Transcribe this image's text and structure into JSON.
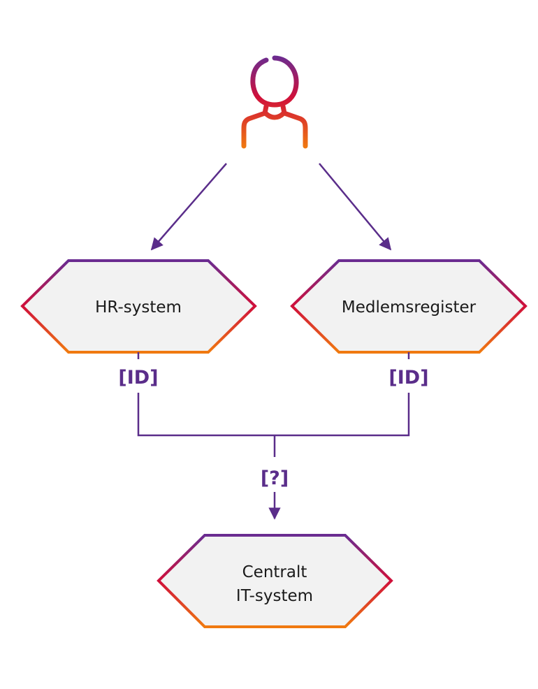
{
  "nodes": {
    "hr_system": {
      "label": "HR-system"
    },
    "medlemsregister": {
      "label": "Medlemsregister"
    },
    "central": {
      "line1": "Centralt",
      "line2": "IT-system"
    }
  },
  "labels": {
    "id_left": "[ID]",
    "id_right": "[ID]",
    "unknown": "[?]"
  },
  "icons": {
    "person": "person-icon"
  },
  "colors": {
    "line": "#5a2d8a",
    "hex_fill": "#f2f2f2",
    "gradient_top": "#6a2c91",
    "gradient_mid": "#d0103a",
    "gradient_bottom": "#f07a10"
  }
}
